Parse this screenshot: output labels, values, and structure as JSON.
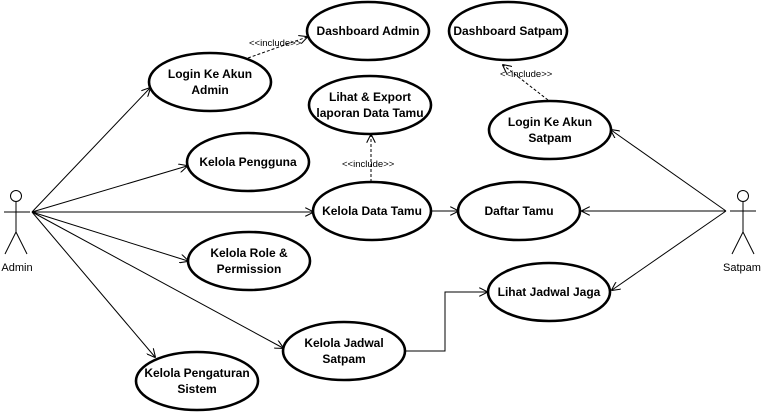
{
  "actors": {
    "admin": {
      "label": "Admin"
    },
    "satpam": {
      "label": "Satpam"
    }
  },
  "use_cases": {
    "dashboard_admin": {
      "lines": [
        "Dashboard Admin"
      ]
    },
    "dashboard_satpam": {
      "lines": [
        "Dashboard Satpam"
      ]
    },
    "login_admin": {
      "lines": [
        "Login Ke Akun",
        "Admin"
      ]
    },
    "lihat_export": {
      "lines": [
        "Lihat & Export",
        "laporan Data Tamu"
      ]
    },
    "login_satpam": {
      "lines": [
        "Login Ke Akun",
        "Satpam"
      ]
    },
    "kelola_pengguna": {
      "lines": [
        "Kelola Pengguna"
      ]
    },
    "kelola_data_tamu": {
      "lines": [
        "Kelola Data Tamu"
      ]
    },
    "daftar_tamu": {
      "lines": [
        "Daftar Tamu"
      ]
    },
    "kelola_role": {
      "lines": [
        "Kelola Role &",
        "Permission"
      ]
    },
    "lihat_jadwal": {
      "lines": [
        "Lihat Jadwal Jaga"
      ]
    },
    "kelola_jadwal": {
      "lines": [
        "Kelola Jadwal",
        "Satpam"
      ]
    },
    "kelola_pengaturan": {
      "lines": [
        "Kelola Pengaturan",
        "Sistem"
      ]
    }
  },
  "relations": {
    "include_label": "<<include>>"
  }
}
